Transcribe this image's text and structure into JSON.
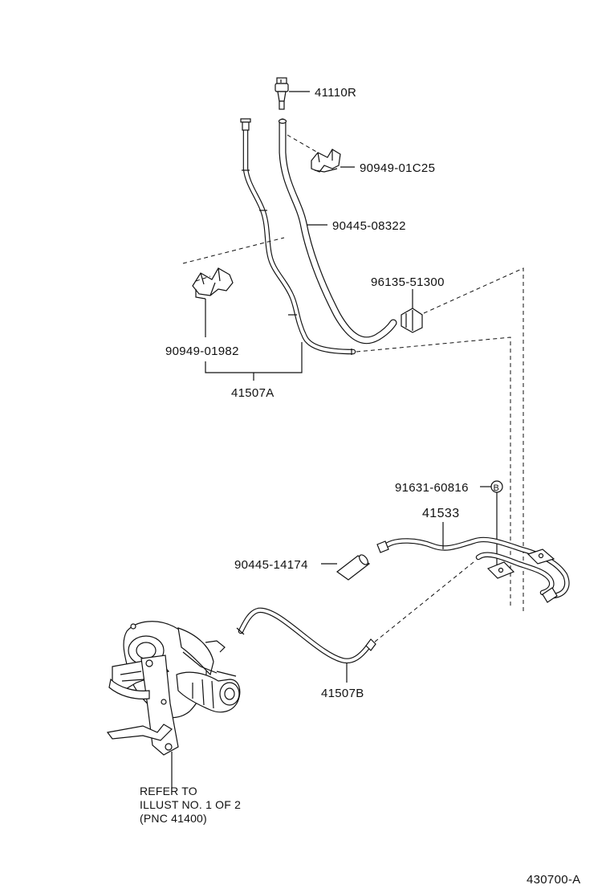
{
  "diagram": {
    "parts": {
      "check_valve": "41110R",
      "clip_upper": "90949-01C25",
      "hose_main": "90445-08322",
      "hose_end": "96135-51300",
      "clip_lower": "90949-01982",
      "tube_assy_a": "41507A",
      "bolt": "91631-60816",
      "bolt_marker": "B",
      "pipe": "41533",
      "short_hose": "90445-14174",
      "tube_assy_b": "41507B"
    },
    "reference_note": {
      "line1": "REFER TO",
      "line2": "ILLUST  NO. 1  OF  2",
      "line3": "(PNC 41400)"
    },
    "figure_id": "430700-A"
  }
}
